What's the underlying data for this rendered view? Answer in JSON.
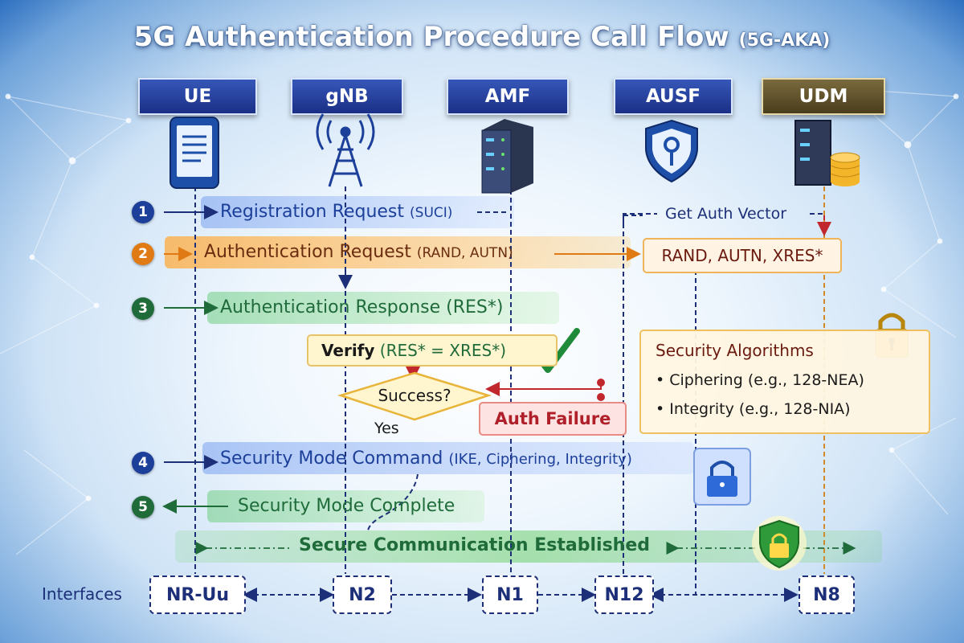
{
  "title": "5G Authentication Procedure Call Flow",
  "title_suffix": "(5G-AKA)",
  "nodes": [
    {
      "id": "ue",
      "label": "UE",
      "icon": "phone-icon"
    },
    {
      "id": "gnb",
      "label": "gNB",
      "icon": "antenna-tower-icon"
    },
    {
      "id": "amf",
      "label": "AMF",
      "icon": "server-icon"
    },
    {
      "id": "ausf",
      "label": "AUSF",
      "icon": "shield-key-icon"
    },
    {
      "id": "udm",
      "label": "UDM",
      "icon": "server-database-icon"
    }
  ],
  "steps": [
    {
      "number": "1",
      "label": "Registration Request",
      "detail": "(SUCI)",
      "color": "#1c3f9a"
    },
    {
      "number": "2",
      "label": "Authentication Request",
      "detail": "(RAND, AUTN)",
      "color": "#e07a14"
    },
    {
      "number": "3",
      "label": "Authentication Response",
      "detail": "(RES*)",
      "color": "#1f6b3a"
    },
    {
      "number": "4",
      "label": "Security Mode Command",
      "detail": "(IKE, Ciphering, Integrity)",
      "color": "#1c3f9a"
    },
    {
      "number": "5",
      "label": "Security Mode Complete",
      "detail": "",
      "color": "#1f6b3a"
    }
  ],
  "get_auth_vector": "Get Auth Vector",
  "auth_vector": "RAND, AUTN, XRES*",
  "verify": {
    "label": "Verify",
    "detail": "(RES* = XRES*)"
  },
  "decision": {
    "label": "Success?",
    "yes": "Yes"
  },
  "auth_failure": "Auth Failure",
  "security_algorithms": {
    "title": "Security Algorithms",
    "items": [
      "Ciphering (e.g., 128-NEA)",
      "Integrity (e.g., 128-NIA)"
    ]
  },
  "secure_comm": "Secure Communication Established",
  "interfaces": {
    "label": "Interfaces",
    "items": [
      "NR-Uu",
      "N2",
      "N1",
      "N12",
      "N8"
    ]
  },
  "colors": {
    "navy": "#1c2f78",
    "orange": "#e07a14",
    "green": "#1f6b3a",
    "red": "#c0282d",
    "gold": "#f3b52a"
  }
}
